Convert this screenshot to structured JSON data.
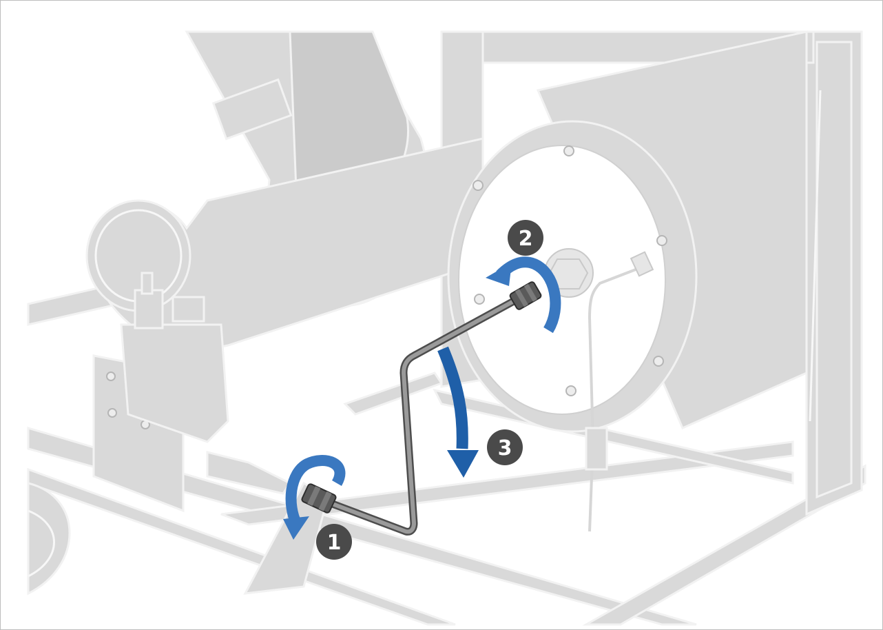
{
  "steps": [
    {
      "number": "1",
      "action": "unscrew-pipe-fitting-at-valve"
    },
    {
      "number": "2",
      "action": "unscrew-pipe-fitting-at-burner"
    },
    {
      "number": "3",
      "action": "remove-pipe-downward"
    }
  ],
  "colors": {
    "arrow": "#3a78c0",
    "arrow_dark": "#1f5fa8",
    "step_badge": "#4a4a4a",
    "background_parts": "#d9d9d9",
    "pipe": "#8a8a8a",
    "nut": "#5a5a5a"
  },
  "icons": [
    "curved-arrow-counterclockwise-icon",
    "down-arrow-icon",
    "step-badge-icon"
  ]
}
